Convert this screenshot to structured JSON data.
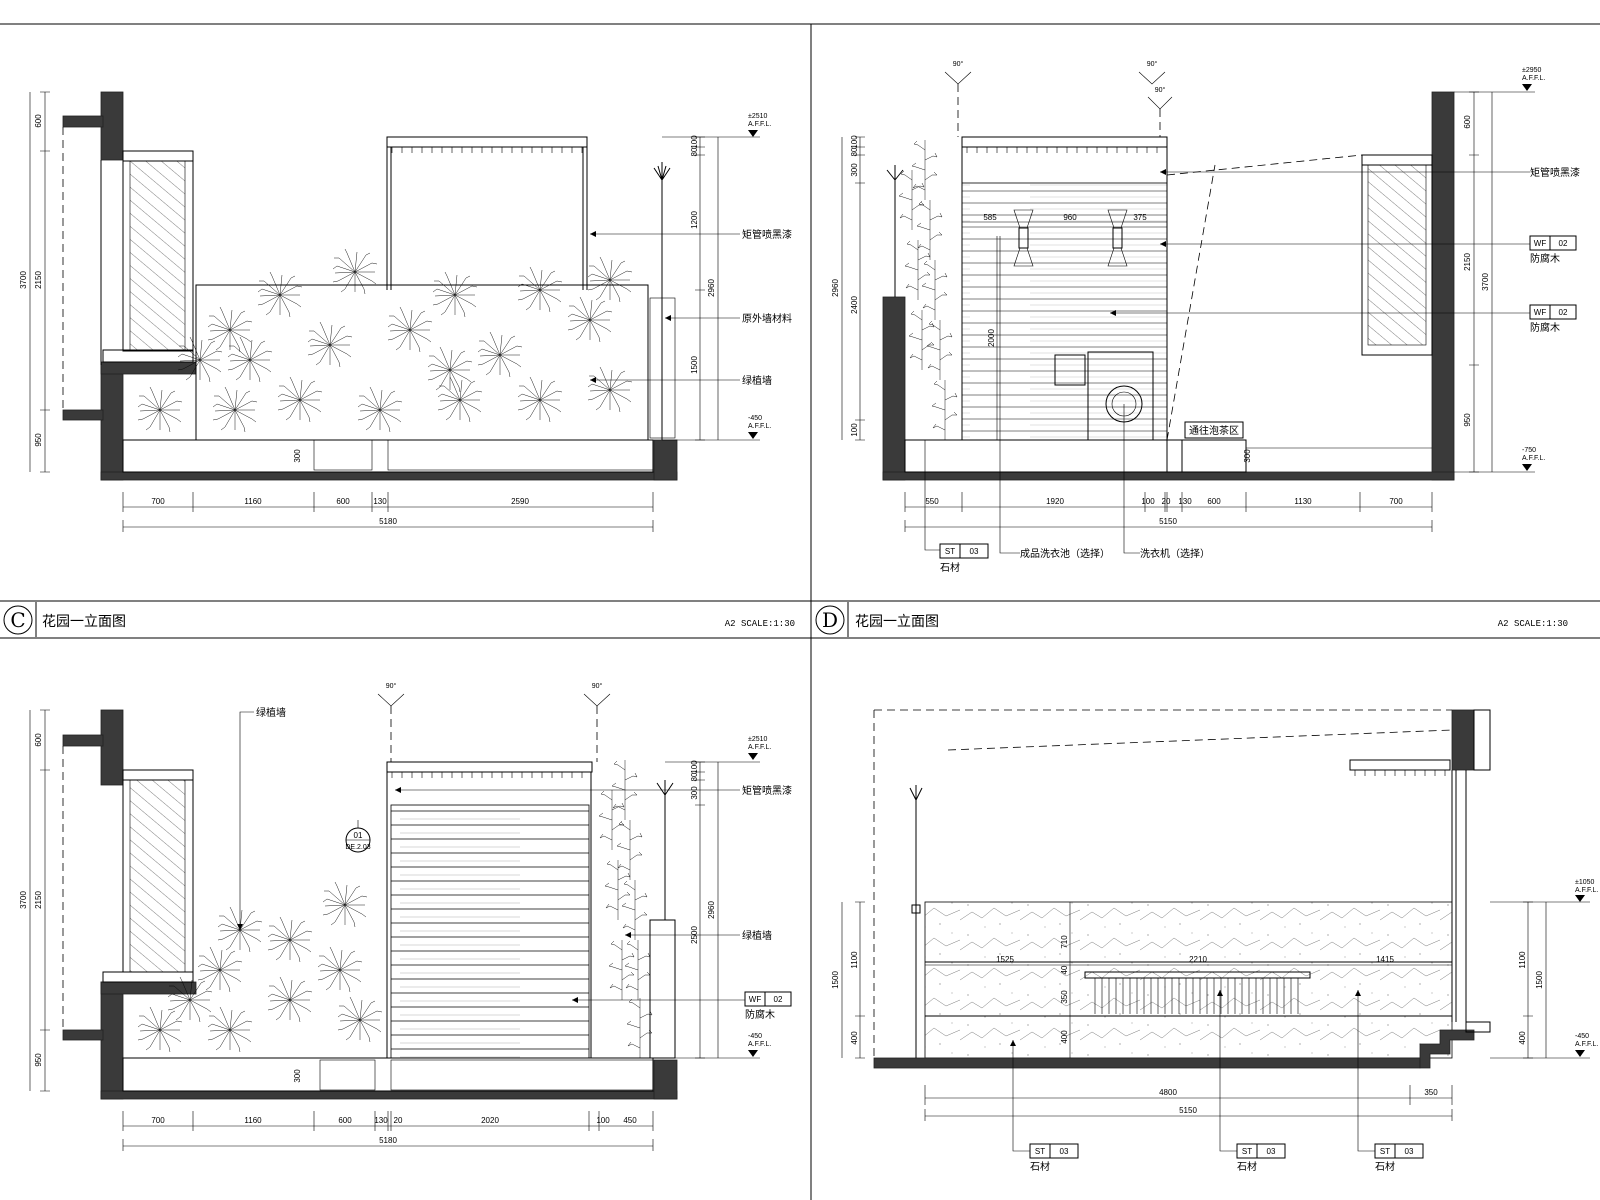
{
  "panels": {
    "C_elev": {
      "top_dims": [
        "600",
        "2150",
        "950"
      ],
      "total_dim": "3700",
      "right_dims": [
        "100",
        "80",
        "1200",
        "1500"
      ],
      "right_total": "2960",
      "level_top": "±2510",
      "level_top_afl": "A.F.F.L.",
      "level_bot": "-450",
      "level_bot_afl": "A.F.F.L.",
      "bottom_dims": [
        "700",
        "1160",
        "600",
        "130",
        "2590"
      ],
      "bottom_total": "5180",
      "small_dim": "300",
      "annotations": [
        "矩管喷黑漆",
        "原外墙材料",
        "绿植墙"
      ]
    },
    "D_elev": {
      "angles": [
        "90°",
        "90°",
        "90°"
      ],
      "level_top": "±2950",
      "level_top_afl": "A.F.F.L.",
      "level_bot": "-750",
      "level_bot_afl": "A.F.F.L.",
      "left_dims": [
        "100",
        "80",
        "300",
        "2960",
        "2400",
        "2000",
        "100"
      ],
      "right_dims": [
        "600",
        "2150",
        "3700",
        "950"
      ],
      "inner_dims": [
        "585",
        "960",
        "375"
      ],
      "bottom_dims": [
        "550",
        "1920",
        "100",
        "20",
        "130",
        "600",
        "1130",
        "700"
      ],
      "bottom_total": "5150",
      "small_dim": "300",
      "sign": "通往泡茶区",
      "annotations": [
        "矩管喷黑漆",
        "防腐木",
        "防腐木"
      ],
      "tags": [
        {
          "code": "WF",
          "num": "02"
        },
        {
          "code": "WF",
          "num": "02"
        }
      ],
      "bottom_tag": {
        "code": "ST",
        "num": "03",
        "mat": "石材"
      },
      "callouts": [
        "成品洗衣池（选择）",
        "洗衣机（选择）"
      ]
    },
    "C2_elev": {
      "angles": [
        "90°",
        "90°"
      ],
      "level_top": "±2510",
      "level_top_afl": "A.F.F.L.",
      "level_bot": "-450",
      "level_bot_afl": "A.F.F.L.",
      "left_dims": [
        "600",
        "2150",
        "3700",
        "950"
      ],
      "right_dims": [
        "100",
        "80",
        "300",
        "2500",
        "2960"
      ],
      "bottom_dims": [
        "700",
        "1160",
        "600",
        "130",
        "20",
        "2020",
        "100",
        "450"
      ],
      "bottom_total": "5180",
      "small_dim": "300",
      "detail_tag": {
        "num": "01",
        "ref": "DE.2.03"
      },
      "annotations": [
        "绿植墙",
        "矩管喷黑漆",
        "绿植墙",
        "防腐木"
      ],
      "tag": {
        "code": "WF",
        "num": "02"
      }
    },
    "D2_elev": {
      "level_right": "±1050",
      "level_right_afl": "A.F.F.L.",
      "level_bot": "-450",
      "level_bot_afl": "A.F.F.L.",
      "left_dims": [
        "1100",
        "1500",
        "400"
      ],
      "right_dims": [
        "1100",
        "1500",
        "400"
      ],
      "inner_dims": [
        "710",
        "40",
        "350",
        "400"
      ],
      "span_dims": [
        "1525",
        "2210",
        "1415"
      ],
      "bottom_dims": [
        "4800",
        "350"
      ],
      "bottom_total": "5150",
      "tags": [
        {
          "code": "ST",
          "num": "03",
          "mat": "石材"
        },
        {
          "code": "ST",
          "num": "03",
          "mat": "石材"
        },
        {
          "code": "ST",
          "num": "03",
          "mat": "石材"
        }
      ]
    }
  },
  "titles": [
    {
      "letter": "C",
      "name": "花园一立面图",
      "scale": "A2 SCALE:1:30"
    },
    {
      "letter": "D",
      "name": "花园一立面图",
      "scale": "A2 SCALE:1:30"
    }
  ]
}
